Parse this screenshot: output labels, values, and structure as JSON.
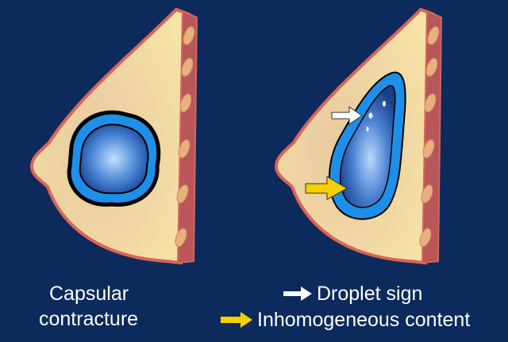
{
  "left_panel": {
    "label_line1": "Capsular",
    "label_line2": "contracture"
  },
  "right_panel": {
    "legend": [
      {
        "label": "Droplet sign",
        "arrow_color": "#ffffff"
      },
      {
        "label": "Inhomogeneous content",
        "arrow_color": "#f5d000"
      }
    ]
  },
  "colors": {
    "background": "#0c2a5c",
    "implant_ring": "#1e8fe8",
    "tissue": "#f3dc9a",
    "skin_edge": "#d9645a",
    "muscle": "#b8565a"
  }
}
